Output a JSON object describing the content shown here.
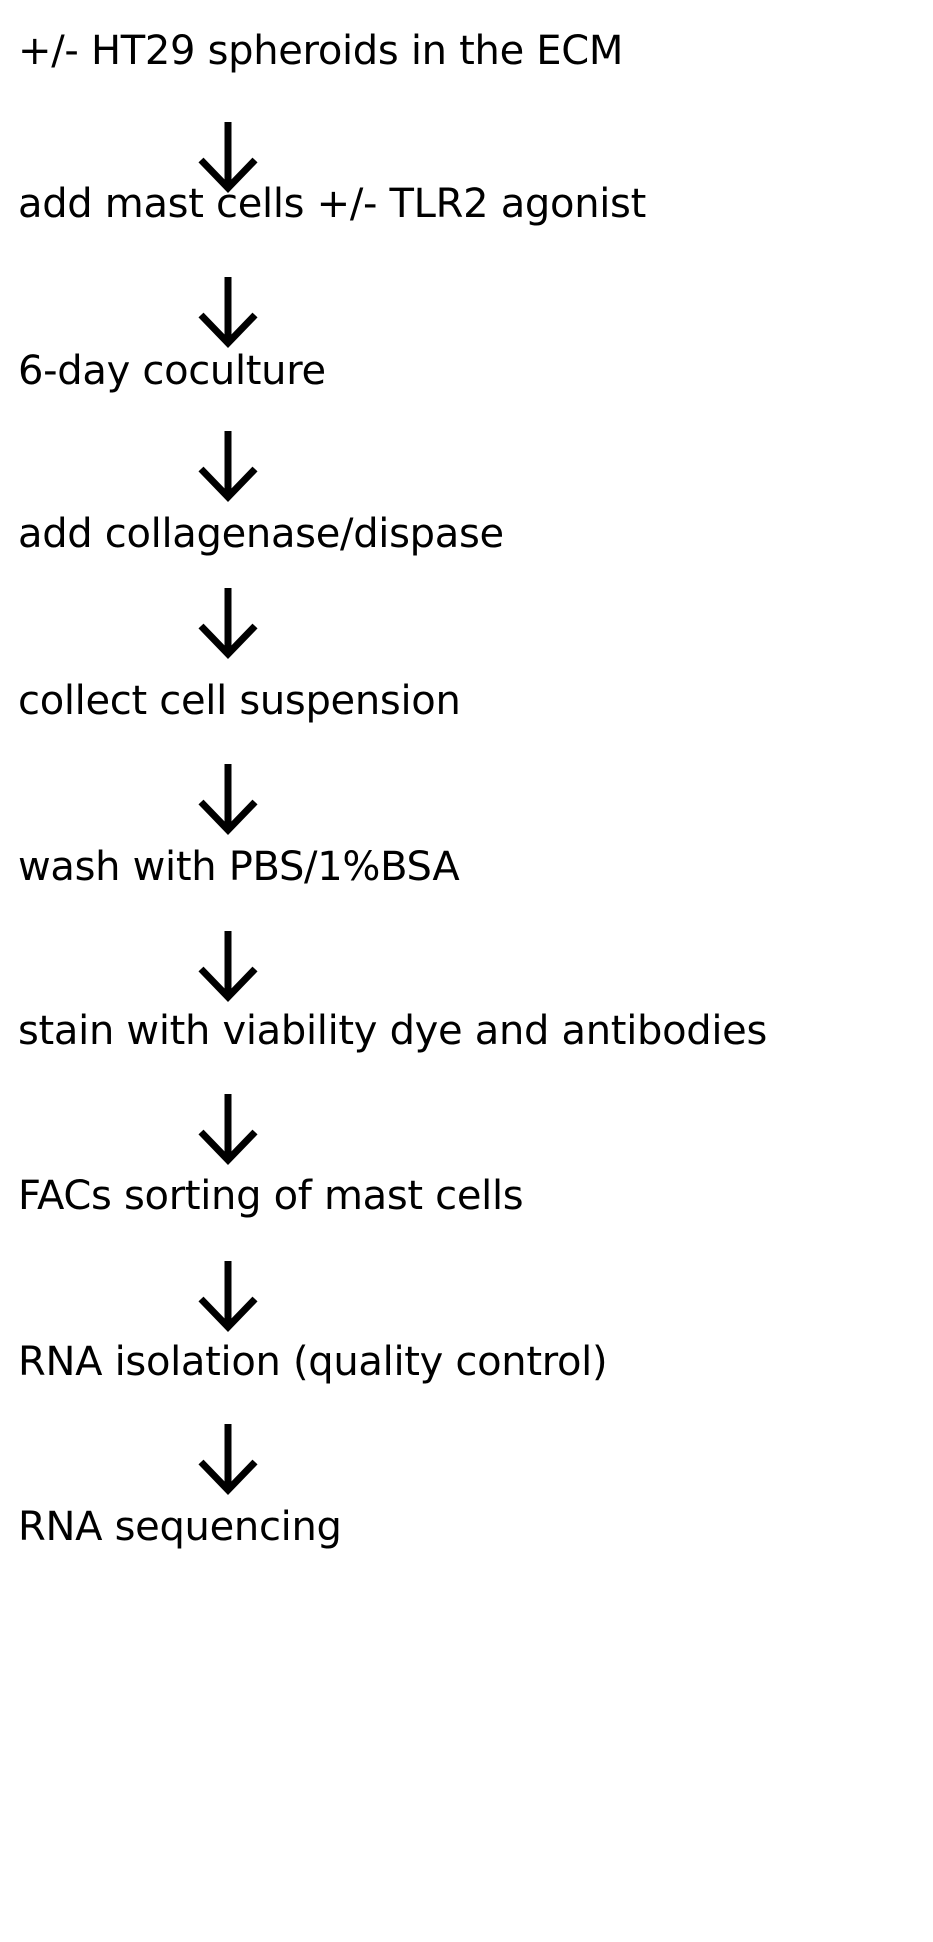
{
  "flow": {
    "steps": [
      "+/- HT29 spheroids in the ECM",
      "add mast cells +/- TLR2 agonist",
      "6-day coculture",
      "add collagenase/dispase",
      "collect cell suspension",
      "wash with PBS/1%BSA",
      "stain with viability dye and antibodies",
      "FACs sorting of mast cells",
      "RNA isolation (quality control)",
      "RNA sequencing"
    ],
    "text_color": "#000000",
    "arrow_color": "#000000",
    "arrow_icon": "down-arrow-icon"
  }
}
